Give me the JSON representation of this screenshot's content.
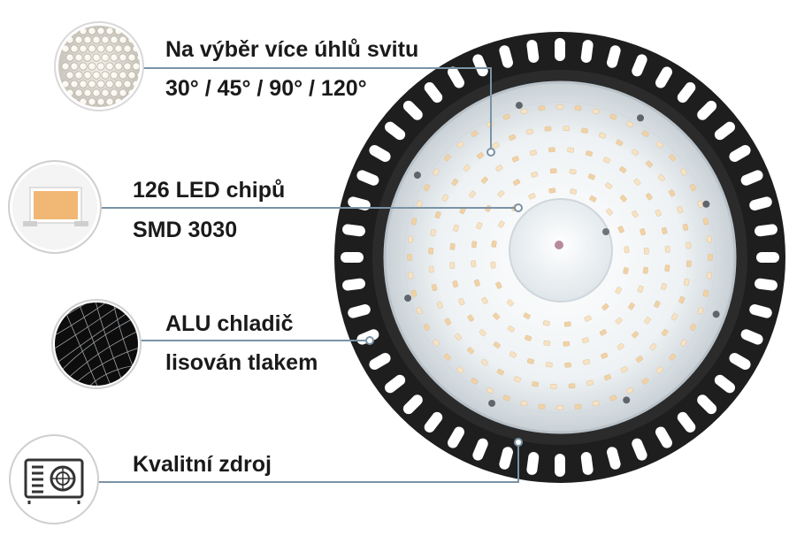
{
  "features": [
    {
      "line1": "Na výběr více úhlů svitu",
      "line2": "30° / 45° / 90° / 120°",
      "icon": "led-lens-array-icon"
    },
    {
      "line1": "126 LED chipů",
      "line2": "SMD 3030",
      "icon": "smd-led-chip-icon"
    },
    {
      "line1": "ALU chladič",
      "line2": "lisován tlakem",
      "icon": "aluminium-heatsink-mesh-icon"
    },
    {
      "line1": "Kvalitní zdroj",
      "line2": "",
      "icon": "power-supply-driver-icon"
    }
  ],
  "colors": {
    "leader_line": "#7a93a6",
    "housing": "#1e1e1e",
    "lens": "#e9eef1",
    "led_warm": "#f1d2a6"
  }
}
